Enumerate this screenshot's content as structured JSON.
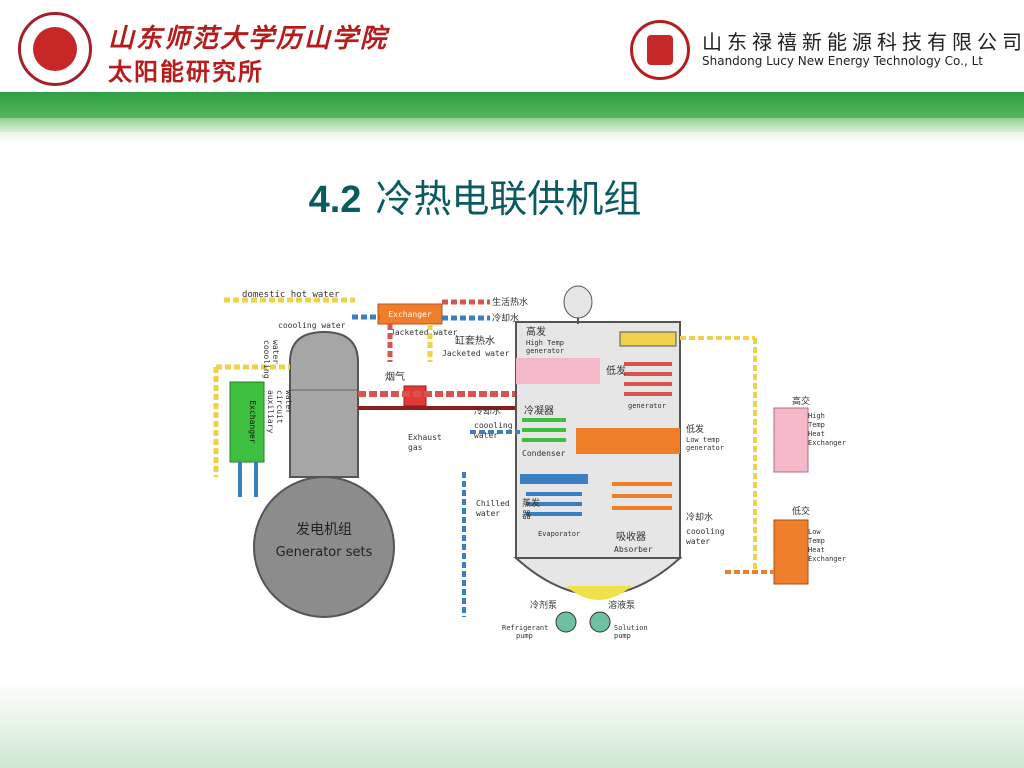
{
  "header": {
    "school_name": "山东师范大学历山学院",
    "institute_name": "太阳能研究所",
    "company_name_cn": "山东禄禧新能源科技有限公司",
    "company_name_en": "Shandong Lucy New Energy Technology Co., Lt"
  },
  "slide": {
    "number": "4.2",
    "title": "冷热电联供机组"
  },
  "diagram": {
    "labels": {
      "domestic_hot_water": "domestic hot water",
      "exchanger_top": "Exchanger",
      "hot_water_cn": "生活热水",
      "cooling_water_cn_top": "冷却水",
      "coooling_water_top": "coooling water",
      "jacketed_water": "Jacketed water",
      "jacketed_cn": "缸套热水",
      "jacketed_en": "Jacketed water",
      "high_gen_cn": "高发",
      "high_gen_en1": "High Temp",
      "high_gen_en2": "generator",
      "low_gen_cn": "低发",
      "generator_small": "generator",
      "flue_gas_cn": "烟气",
      "coooling_left1": "coooling",
      "coooling_left2": "water",
      "exchanger_left": "Exchanger",
      "aux1": "auxiliary",
      "aux2": "circuit",
      "aux3": "water",
      "exhaust1": "Exhaust",
      "exhaust2": "gas",
      "cooling_cn_mid": "冷却水",
      "coooling_mid1": "coooling",
      "coooling_mid2": "water",
      "condenser_cn": "冷凝器",
      "condenser_en": "Condenser",
      "low_temp_gen_cn": "低发",
      "low_temp_gen_en1": "Low temp",
      "low_temp_gen_en2": "generator",
      "high_ex_cn": "高交",
      "high_ex_en1": "High",
      "high_ex_en2": "Temp",
      "high_ex_en3": "Heat",
      "high_ex_en4": "Exchanger",
      "chilled1": "Chilled",
      "chilled2": "water",
      "evap_cn": "蒸发",
      "evap_cn2": "器",
      "evap_en": "Evaporator",
      "absorber_cn": "吸收器",
      "absorber_en": "Absorber",
      "cooling_cn_right": "冷却水",
      "coooling_right1": "coooling",
      "coooling_right2": "water",
      "low_ex_cn": "低交",
      "low_ex_en1": "Low",
      "low_ex_en2": "Temp",
      "low_ex_en3": "Heat",
      "low_ex_en4": "Exchanger",
      "gen_set_cn": "发电机组",
      "gen_set_en": "Generator sets",
      "ref_pump_cn": "冷剂泵",
      "ref_pump_en1": "Refrigerant",
      "ref_pump_en2": "pump",
      "sol_pump_cn": "溶液泵",
      "sol_pump_en1": "Solution",
      "sol_pump_en2": "pump"
    },
    "colors": {
      "hot_pipe": "#d9534f",
      "water_pipe": "#3a7fc1",
      "yellow_pipe": "#f0d24a",
      "orange_pipe": "#e8791e",
      "pink_pipe": "#e88aa6",
      "green_exchanger": "#3fbf3f",
      "orange_exchanger": "#f07d2a",
      "pink_exchanger": "#f4b8c8",
      "vessel": "#d9d9d9",
      "generator": "#8c8c8c"
    }
  }
}
